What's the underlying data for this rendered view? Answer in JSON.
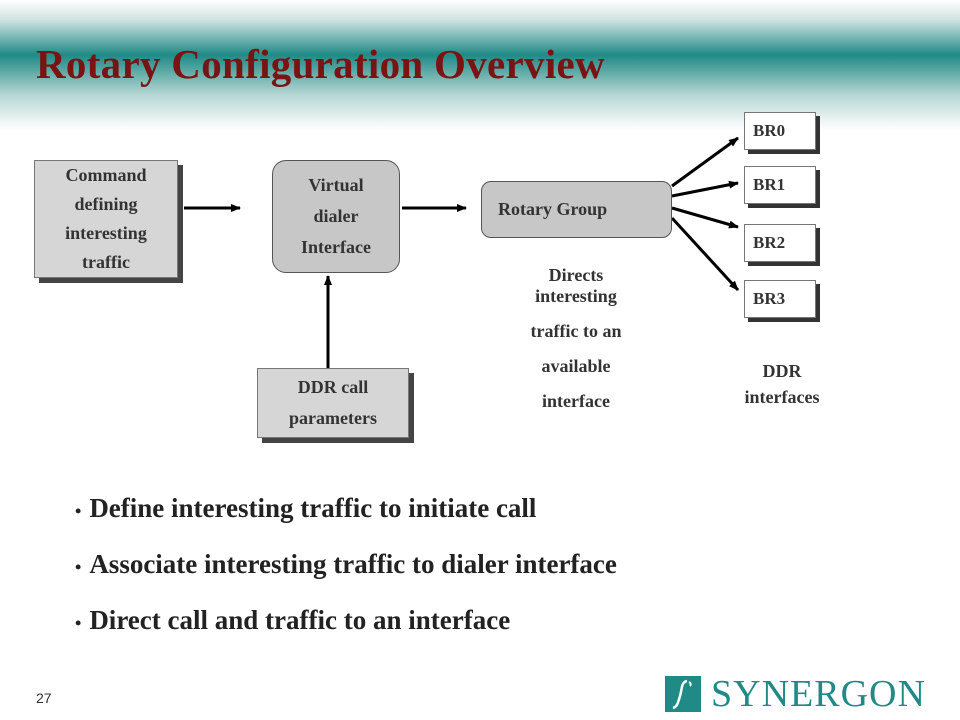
{
  "slide": {
    "title": "Rotary Configuration Overview",
    "page_number": "27"
  },
  "diagram": {
    "command_box": [
      "Command",
      "defining",
      "interesting",
      "traffic"
    ],
    "virtual_dialer": [
      "Virtual",
      "dialer",
      "Interface"
    ],
    "rotary_group": "Rotary Group",
    "ddr_call": [
      "DDR call",
      "parameters"
    ],
    "rotary_note": [
      "Directs",
      "interesting",
      "traffic to an",
      "available",
      "interface"
    ],
    "interfaces": [
      "BR0",
      "BR1",
      "BR2",
      "BR3"
    ],
    "interfaces_label": [
      "DDR",
      "interfaces"
    ]
  },
  "bullets": [
    "Define interesting traffic to initiate call",
    "Associate interesting traffic to dialer interface",
    "Direct call and traffic to an interface"
  ],
  "logo": {
    "text": "SYNERGON",
    "color": "#1f8a86"
  },
  "colors": {
    "title": "#7a1414",
    "accent": "#1f8a86"
  }
}
